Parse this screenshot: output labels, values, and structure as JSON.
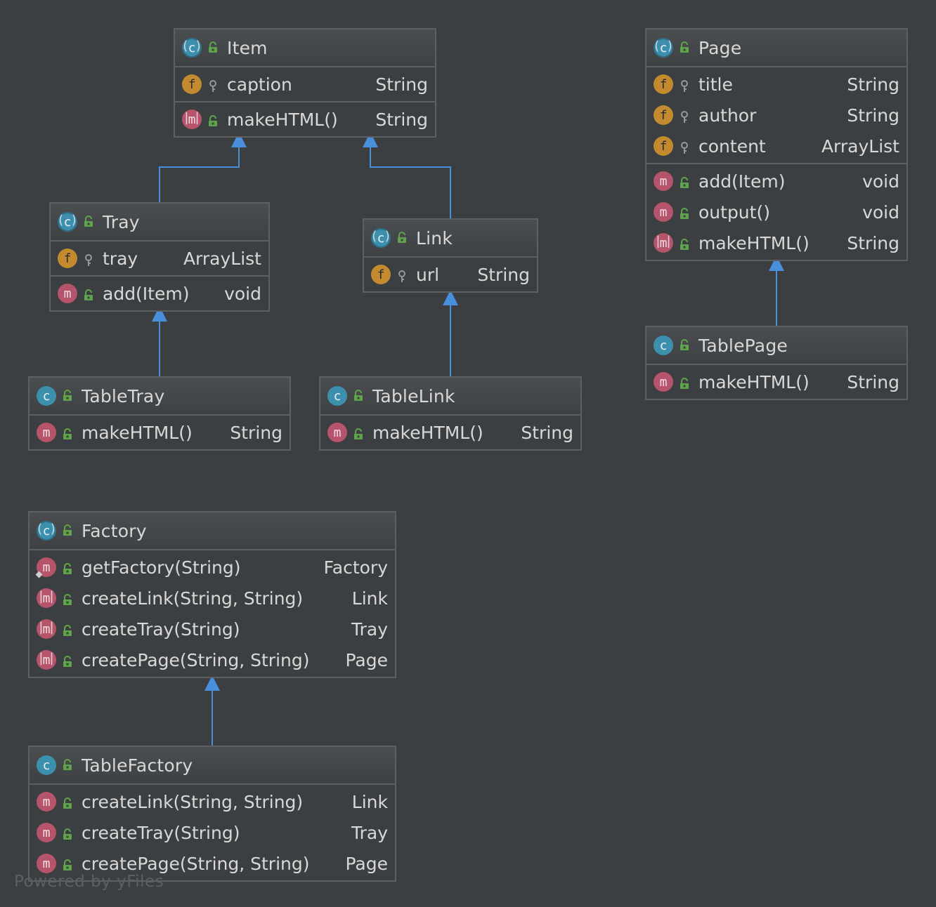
{
  "watermark": "Powered by yFiles",
  "colors": {
    "arrow": "#4a8fdc",
    "border": "#5d5f61",
    "background": "#3c3f41"
  },
  "classes": {
    "item": {
      "name": "Item",
      "icon": "abstract-class-icon",
      "fields": [
        {
          "name": "caption",
          "type": "String",
          "vis": "protected"
        }
      ],
      "methods": [
        {
          "name": "makeHTML()",
          "type": "String",
          "kind": "abstract"
        }
      ]
    },
    "page": {
      "name": "Page",
      "icon": "abstract-class-icon",
      "fields": [
        {
          "name": "title",
          "type": "String",
          "vis": "protected"
        },
        {
          "name": "author",
          "type": "String",
          "vis": "protected"
        },
        {
          "name": "content",
          "type": "ArrayList",
          "vis": "protected"
        }
      ],
      "methods": [
        {
          "name": "add(Item)",
          "type": "void",
          "kind": "method"
        },
        {
          "name": "output()",
          "type": "void",
          "kind": "method"
        },
        {
          "name": "makeHTML()",
          "type": "String",
          "kind": "abstract"
        }
      ]
    },
    "tray": {
      "name": "Tray",
      "icon": "abstract-class-icon",
      "fields": [
        {
          "name": "tray",
          "type": "ArrayList",
          "vis": "protected"
        }
      ],
      "methods": [
        {
          "name": "add(Item)",
          "type": "void",
          "kind": "method"
        }
      ]
    },
    "link": {
      "name": "Link",
      "icon": "abstract-class-icon",
      "fields": [
        {
          "name": "url",
          "type": "String",
          "vis": "protected"
        }
      ],
      "methods": []
    },
    "tablepage": {
      "name": "TablePage",
      "icon": "class-icon",
      "fields": [],
      "methods": [
        {
          "name": "makeHTML()",
          "type": "String",
          "kind": "method"
        }
      ]
    },
    "tabletray": {
      "name": "TableTray",
      "icon": "class-icon",
      "fields": [],
      "methods": [
        {
          "name": "makeHTML()",
          "type": "String",
          "kind": "method"
        }
      ]
    },
    "tablelink": {
      "name": "TableLink",
      "icon": "class-icon",
      "fields": [],
      "methods": [
        {
          "name": "makeHTML()",
          "type": "String",
          "kind": "method"
        }
      ]
    },
    "factory": {
      "name": "Factory",
      "icon": "abstract-class-icon",
      "fields": [],
      "methods": [
        {
          "name": "getFactory(String)",
          "type": "Factory",
          "kind": "static"
        },
        {
          "name": "createLink(String, String)",
          "type": "Link",
          "kind": "abstract"
        },
        {
          "name": "createTray(String)",
          "type": "Tray",
          "kind": "abstract"
        },
        {
          "name": "createPage(String, String)",
          "type": "Page",
          "kind": "abstract"
        }
      ]
    },
    "tablefactory": {
      "name": "TableFactory",
      "icon": "class-icon",
      "fields": [],
      "methods": [
        {
          "name": "createLink(String, String)",
          "type": "Link",
          "kind": "method"
        },
        {
          "name": "createTray(String)",
          "type": "Tray",
          "kind": "method"
        },
        {
          "name": "createPage(String, String)",
          "type": "Page",
          "kind": "method"
        }
      ]
    }
  }
}
